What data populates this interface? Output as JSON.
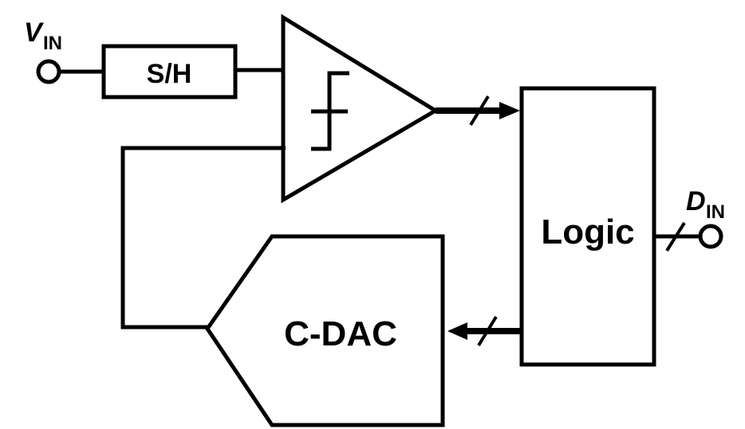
{
  "diagram": {
    "input_label": {
      "main": "V",
      "sub": "IN"
    },
    "output_label": {
      "main": "D",
      "sub": "IN"
    },
    "blocks": {
      "sample_hold": "S/H",
      "logic": "Logic",
      "cdac": "C-DAC"
    },
    "colors": {
      "stroke": "#000000",
      "background": "#ffffff"
    }
  }
}
